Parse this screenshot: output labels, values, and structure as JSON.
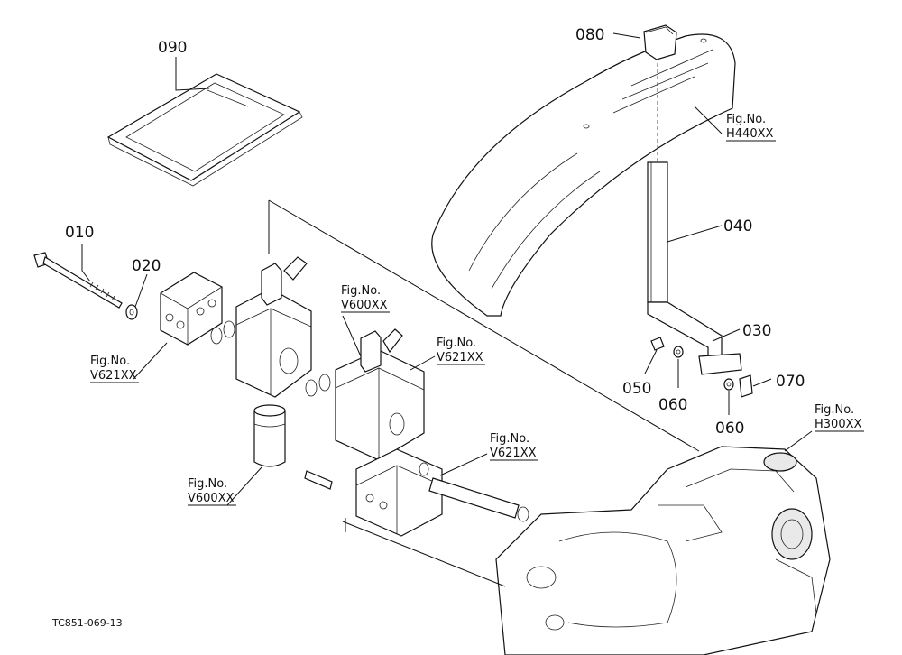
{
  "parts": {
    "p010": "010",
    "p020": "020",
    "p030": "030",
    "p040": "040",
    "p050": "050",
    "p060a": "060",
    "p060b": "060",
    "p070": "070",
    "p080": "080",
    "p090": "090"
  },
  "fig_refs": {
    "fig_label": "Fig.No.",
    "h440": "H440XX",
    "v600_top": "V600XX",
    "v621_mid": "V621XX",
    "v621_left": "V621XX",
    "v621_pipe": "V621XX",
    "v600_bottom": "V600XX",
    "h300": "H300XX"
  },
  "drawing_code": "TC851-069-13"
}
